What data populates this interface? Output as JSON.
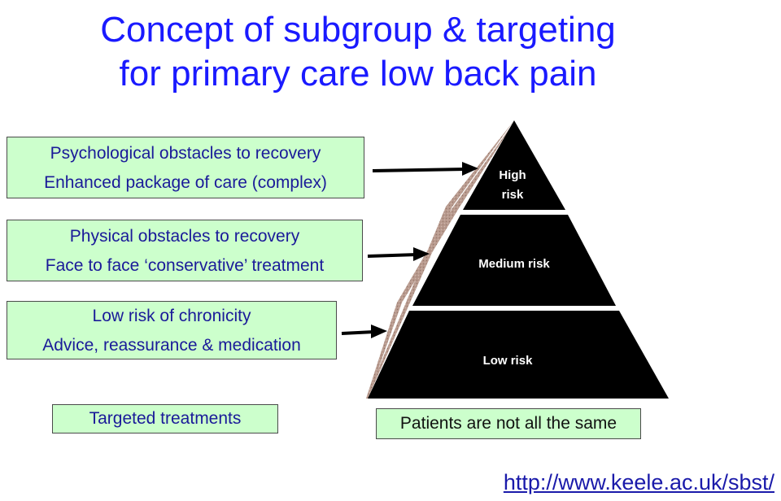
{
  "title": {
    "line1": "Concept of subgroup & targeting",
    "line2": "for primary care low back pain"
  },
  "boxes": {
    "high": {
      "line1": "Psychological obstacles to recovery",
      "line2": "Enhanced package of care (complex)"
    },
    "medium": {
      "line1": "Physical obstacles to recovery",
      "line2": "Face to face ‘conservative’ treatment"
    },
    "low": {
      "line1": "Low risk of chronicity",
      "line2": "Advice, reassurance & medication"
    },
    "targeted": "Targeted treatments",
    "patients": "Patients are not all the same"
  },
  "pyramid": {
    "high_line1": "High",
    "high_line2": "risk",
    "medium": "Medium risk",
    "low": "Low risk"
  },
  "link": "http://www.keele.ac.uk/sbst/",
  "colors": {
    "title": "#1a1aff",
    "box_fill": "#ccffcc",
    "box_text": "#1a1a99",
    "pyramid": "#000000",
    "shadow": "#b89a8e"
  }
}
